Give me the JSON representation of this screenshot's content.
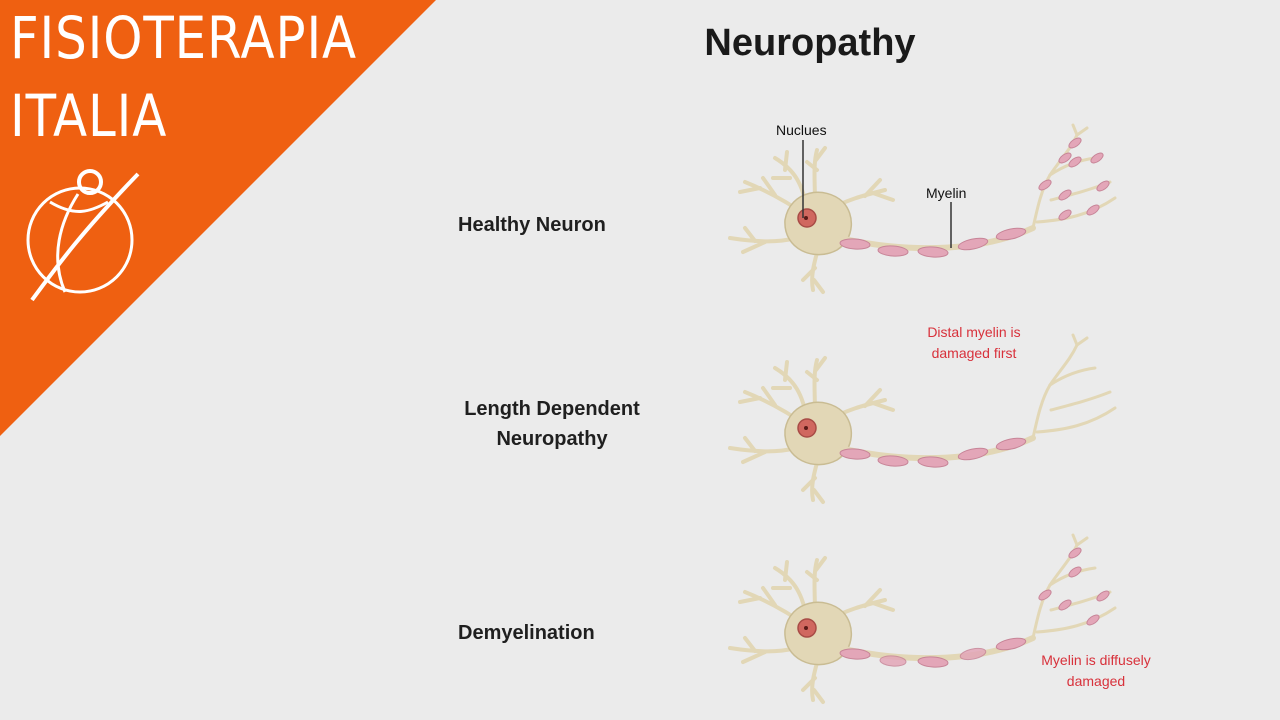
{
  "brand": {
    "line1": "FISIOTERAPIA",
    "line2": "ITALIA",
    "logo_icon": "physio-figure-icon",
    "color": "#ef6011"
  },
  "title": "Neuropathy",
  "rows": [
    {
      "label": "Healthy Neuron"
    },
    {
      "label_line1": "Length Dependent",
      "label_line2": "Neuropathy"
    },
    {
      "label": "Demyelination"
    }
  ],
  "annotations": {
    "nucleus": "Nuclues",
    "myelin": "Myelin",
    "distal_line1": "Distal myelin is",
    "distal_line2": "damaged first",
    "diffuse_line1": "Myelin is diffusely",
    "diffuse_line2": "damaged"
  },
  "colors": {
    "cell_body": "#e2d7b6",
    "nucleus": "#d0675f",
    "myelin": "#e3a6b8",
    "annotation_red": "#d8313b"
  }
}
